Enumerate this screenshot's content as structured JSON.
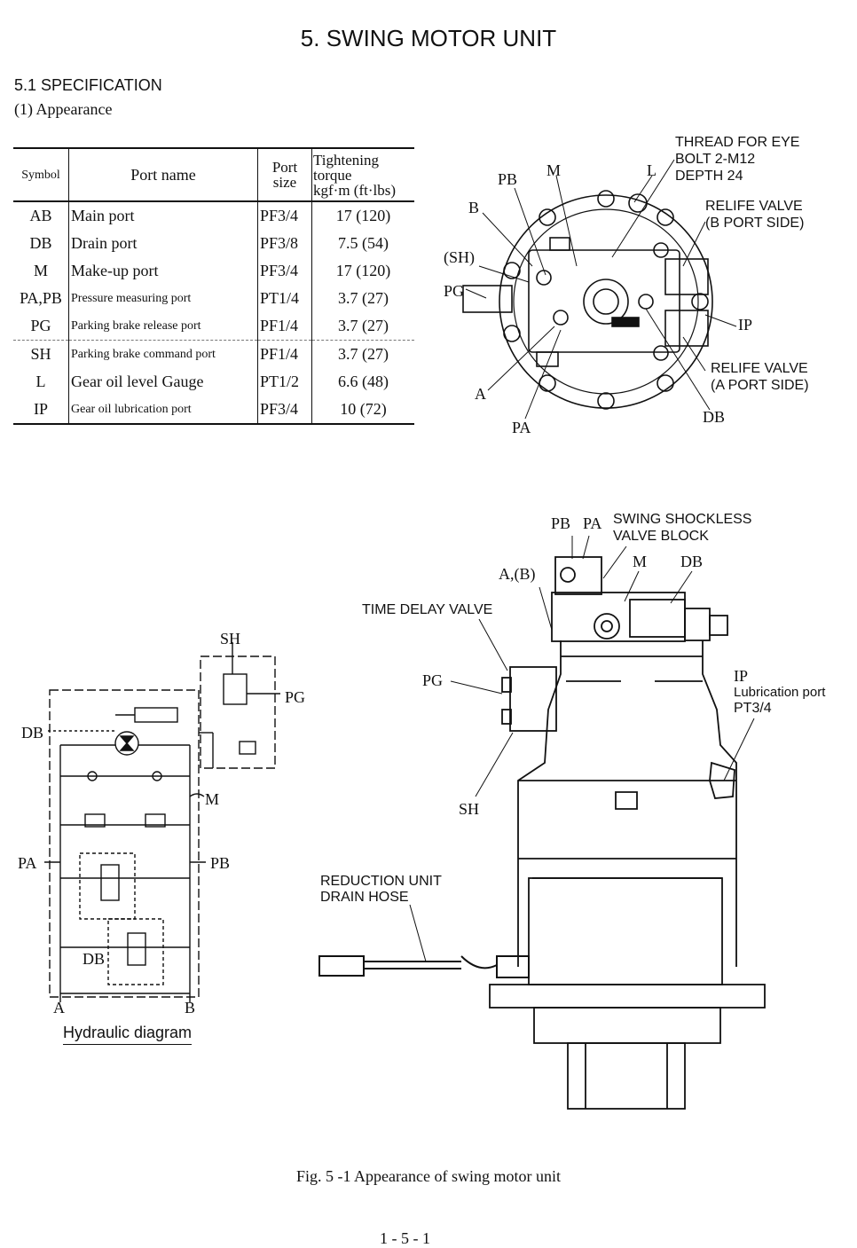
{
  "title": "5.   SWING MOTOR UNIT",
  "section": "5.1  SPECIFICATION",
  "subsection": "(1)  Appearance",
  "table": {
    "headers": {
      "symbol": "Symbol",
      "port_name": "Port name",
      "port_size_1": "Port",
      "port_size_2": "size",
      "torque_1": "Tightening",
      "torque_2": "torque",
      "torque_3": "kgf·m (ft·lbs)"
    },
    "rows": [
      {
        "symbol": "AB",
        "name": "Main port",
        "size": "PF3/4",
        "torque": "17 (120)"
      },
      {
        "symbol": "DB",
        "name": "Drain port",
        "size": "PF3/8",
        "torque": "7.5 (54)"
      },
      {
        "symbol": "M",
        "name": "Make-up port",
        "size": "PF3/4",
        "torque": "17 (120)"
      },
      {
        "symbol": "PA,PB",
        "name": "Pressure measuring port",
        "size": "PT1/4",
        "torque": "3.7 (27)"
      },
      {
        "symbol": "PG",
        "name": "Parking brake release port",
        "size": "PF1/4",
        "torque": "3.7 (27)"
      },
      {
        "symbol": "SH",
        "name": "Parking brake command port",
        "size": "PF1/4",
        "torque": "3.7 (27)"
      },
      {
        "symbol": "L",
        "name": "Gear oil level Gauge",
        "size": "PT1/2",
        "torque": "6.6 (48)"
      },
      {
        "symbol": "IP",
        "name": "Gear oil lubrication port",
        "size": "PF3/4",
        "torque": "10 (72)"
      }
    ]
  },
  "top_view_labels": {
    "thread_1": "THREAD FOR EYE",
    "thread_2": "BOLT 2-M12",
    "thread_3": "DEPTH 24",
    "pb": "PB",
    "m": "M",
    "l": "L",
    "b": "B",
    "sh": "(SH)",
    "pg": "PG",
    "relief_b_1": "RELIFE VALVE",
    "relief_b_2": "(B PORT SIDE)",
    "ip": "IP",
    "relief_a_1": "RELIFE VALVE",
    "relief_a_2": "(A PORT SIDE)",
    "a": "A",
    "db": "DB",
    "pa": "PA"
  },
  "side_view_labels": {
    "pb": "PB",
    "pa": "PA",
    "shockless_1": "SWING SHOCKLESS",
    "shockless_2": "VALVE BLOCK",
    "m": "M",
    "db": "DB",
    "ab": "A,(B)",
    "time_delay": "TIME DELAY VALVE",
    "pg": "PG",
    "ip": "IP",
    "ip_desc": "Lubrication port",
    "ip_size": "PT3/4",
    "sh": "SH",
    "drain_1": "REDUCTION UNIT",
    "drain_2": "DRAIN HOSE"
  },
  "hydraulic_labels": {
    "sh": "SH",
    "pg": "PG",
    "db_top": "DB",
    "m": "M",
    "pa": "PA",
    "pb": "PB",
    "db_bottom": "DB",
    "a": "A",
    "b": "B"
  },
  "hydraulic_caption": "Hydraulic diagram",
  "figure_caption": "Fig. 5 -1   Appearance of swing motor unit",
  "page_number": "1 - 5 - 1"
}
